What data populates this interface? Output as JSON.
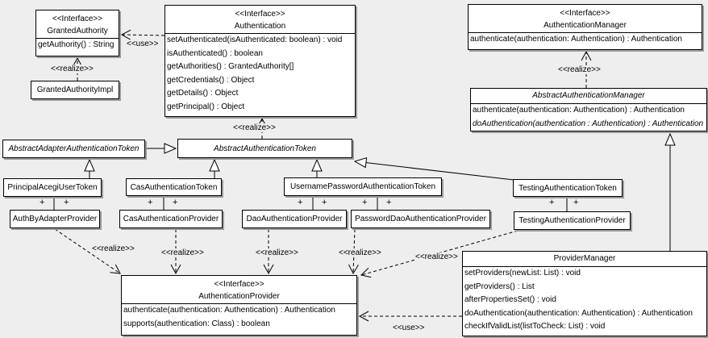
{
  "labels": {
    "realize": "&lt;&lt;realize&gt;&gt;",
    "use": "&lt;&lt;use&gt;&gt;",
    "plus": "+"
  },
  "colors": {
    "background": "#eeeeee",
    "box_fill": "#ffffff",
    "line": "#000000",
    "shadow": "#9b9b9b"
  },
  "classes": {
    "granted_authority": {
      "stereotype": "<<Interface>>",
      "name": "GrantedAuthority",
      "methods": [
        "getAuthority() : String"
      ]
    },
    "granted_authority_impl": {
      "name": "GrantedAuthorityImpl"
    },
    "authentication": {
      "stereotype": "<<Interface>>",
      "name": "Authentication",
      "methods": [
        "setAuthenticated(isAuthenticated: boolean) : void",
        "isAuthenticated() : boolean",
        "getAuthorities() : GrantedAuthority[]",
        "getCredentials() : Object",
        "getDetails() : Object",
        "getPrincipal() : Object"
      ]
    },
    "authentication_manager": {
      "stereotype": "<<Interface>>",
      "name": "AuthenticationManager",
      "methods": [
        "authenticate(authentication: Authentication) : Authentication"
      ]
    },
    "abstract_authentication_manager": {
      "name": "AbstractAuthenticationManager",
      "methods": [
        "authenticate(authentication: Authentication) : Authentication",
        "doAuthentication(authentication : Authentication) : Authentication"
      ]
    },
    "abstract_adapter_authentication_token": {
      "name": "AbstractAdapterAuthenticationToken"
    },
    "abstract_authentication_token": {
      "name": "AbstractAuthenticationToken"
    },
    "principal_acegi_user_token": {
      "name": "PrincipalAcegiUserToken"
    },
    "cas_authentication_token": {
      "name": "CasAuthenticationToken"
    },
    "username_password_authentication_token": {
      "name": "UsernamePasswordAuthenticationToken"
    },
    "testing_authentication_token": {
      "name": "TestingAuthenticationToken"
    },
    "auth_by_adapter_provider": {
      "name": "AuthByAdapterProvider"
    },
    "cas_authentication_provider": {
      "name": "CasAuthenticationProvider"
    },
    "dao_authentication_provider": {
      "name": "DaoAuthenticationProvider"
    },
    "password_dao_authentication_provider": {
      "name": "PasswordDaoAuthenticationProvider"
    },
    "testing_authentication_provider": {
      "name": "TestingAuthenticationProvider"
    },
    "provider_manager": {
      "name": "ProviderManager",
      "methods": [
        "setProviders(newList: List) : void",
        "getProviders() : List",
        "afterPropertiesSet() : void",
        "doAuthentication(authentication: Authentication) : Authentication",
        "checkIfValidList(listToCheck: List) : void"
      ]
    },
    "authentication_provider": {
      "stereotype": "<<Interface>>",
      "name": "AuthenticationProvider",
      "methods": [
        "authenticate(authentication: Authentication) : Authentication",
        "supports(authentication: Class) : boolean"
      ]
    }
  },
  "relationships": [
    {
      "type": "use",
      "from": "Authentication",
      "to": "GrantedAuthority"
    },
    {
      "type": "realize",
      "from": "GrantedAuthorityImpl",
      "to": "GrantedAuthority"
    },
    {
      "type": "realize",
      "from": "AbstractAuthenticationToken",
      "to": "Authentication"
    },
    {
      "type": "realize",
      "from": "AbstractAuthenticationManager",
      "to": "AuthenticationManager"
    },
    {
      "type": "generalization",
      "from": "AbstractAdapterAuthenticationToken",
      "to": "AbstractAuthenticationToken"
    },
    {
      "type": "generalization",
      "from": "PrincipalAcegiUserToken",
      "to": "AbstractAdapterAuthenticationToken"
    },
    {
      "type": "generalization",
      "from": "CasAuthenticationToken",
      "to": "AbstractAuthenticationToken"
    },
    {
      "type": "generalization",
      "from": "UsernamePasswordAuthenticationToken",
      "to": "AbstractAuthenticationToken"
    },
    {
      "type": "generalization",
      "from": "TestingAuthenticationToken",
      "to": "AbstractAuthenticationToken"
    },
    {
      "type": "generalization",
      "from": "ProviderManager",
      "to": "AbstractAuthenticationManager"
    },
    {
      "type": "association",
      "from": "PrincipalAcegiUserToken",
      "to": "AuthByAdapterProvider"
    },
    {
      "type": "association",
      "from": "CasAuthenticationToken",
      "to": "CasAuthenticationProvider"
    },
    {
      "type": "association",
      "from": "UsernamePasswordAuthenticationToken",
      "to": "DaoAuthenticationProvider"
    },
    {
      "type": "association",
      "from": "UsernamePasswordAuthenticationToken",
      "to": "PasswordDaoAuthenticationProvider"
    },
    {
      "type": "association",
      "from": "TestingAuthenticationToken",
      "to": "TestingAuthenticationProvider"
    },
    {
      "type": "realize",
      "from": "AuthByAdapterProvider",
      "to": "AuthenticationProvider"
    },
    {
      "type": "realize",
      "from": "CasAuthenticationProvider",
      "to": "AuthenticationProvider"
    },
    {
      "type": "realize",
      "from": "DaoAuthenticationProvider",
      "to": "AuthenticationProvider"
    },
    {
      "type": "realize",
      "from": "PasswordDaoAuthenticationProvider",
      "to": "AuthenticationProvider"
    },
    {
      "type": "realize",
      "from": "TestingAuthenticationProvider",
      "to": "AuthenticationProvider"
    },
    {
      "type": "use",
      "from": "ProviderManager",
      "to": "AuthenticationProvider"
    }
  ]
}
